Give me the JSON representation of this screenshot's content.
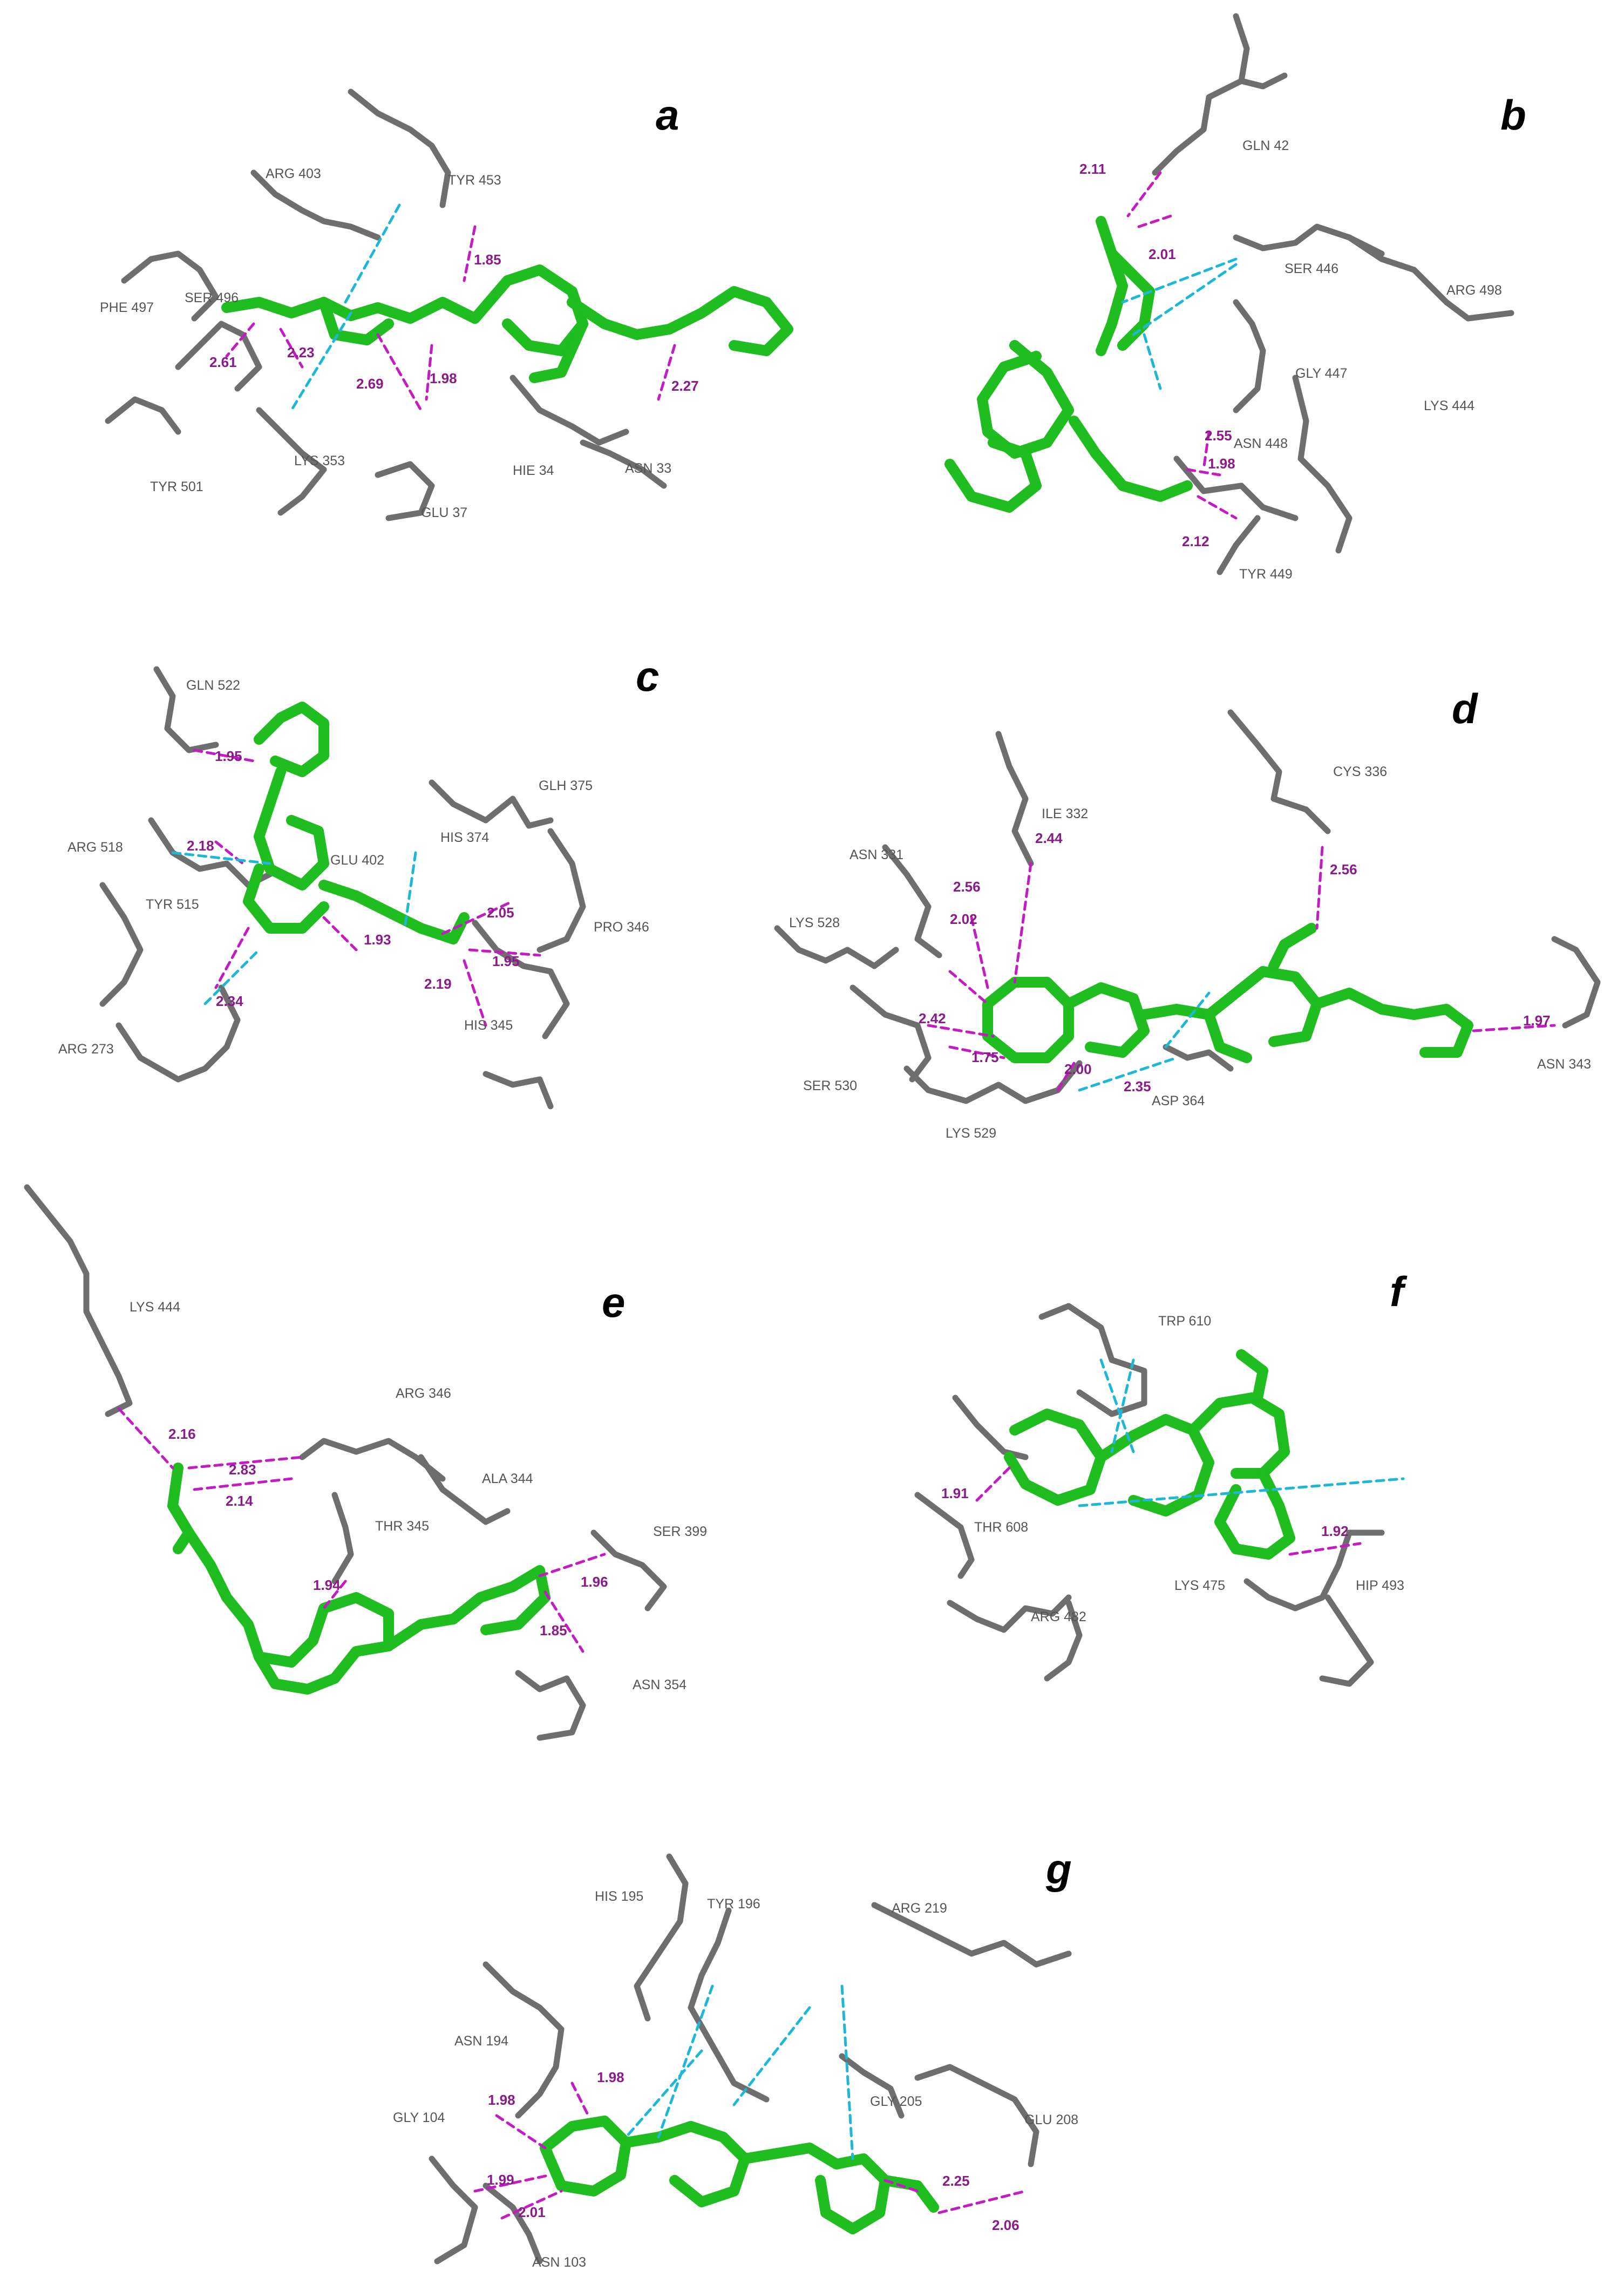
{
  "colors": {
    "ligand": "#1fbd1f",
    "ligand_dark": "#0f8a0f",
    "residue": "#6e6e6e",
    "hbond": "#c21cc2",
    "pi": "#1fb7d6",
    "distance_text": "#8b1a8b",
    "label_text": "#555555",
    "oxygen": "#d41414",
    "nitrogen": "#2a2ad6",
    "hydrogen": "#d9d9d9",
    "sulfur": "#d4c214"
  },
  "panels": [
    {
      "letter": "a",
      "residues": [
        "TYR 453",
        "ARG 403",
        "PHE 497",
        "SER 496",
        "LYS 353",
        "TYR 501",
        "HIE 34",
        "ASN 33",
        "GLU 37"
      ],
      "distances": [
        "1.85",
        "2.61",
        "2.23",
        "2.69",
        "1.98",
        "2.27"
      ]
    },
    {
      "letter": "b",
      "residues": [
        "GLN 42",
        "SER 446",
        "ARG 498",
        "GLY 447",
        "LYS 444",
        "ASN 448",
        "TYR 449"
      ],
      "distances": [
        "2.11",
        "2.01",
        "2.55",
        "1.98",
        "2.12"
      ]
    },
    {
      "letter": "c",
      "residues": [
        "GLN 522",
        "GLH 375",
        "HIS 374",
        "ARG 518",
        "GLU 402",
        "TYR 515",
        "PRO 346",
        "HIS 345",
        "ARG 273"
      ],
      "distances": [
        "1.95",
        "2.18",
        "2.05",
        "1.93",
        "1.95",
        "2.34",
        "2.19"
      ]
    },
    {
      "letter": "d",
      "residues": [
        "CYS 336",
        "ILE 332",
        "ASN 331",
        "LYS 528",
        "ASN 343",
        "SER 530",
        "ASP 364",
        "LYS 529"
      ],
      "distances": [
        "2.44",
        "2.56",
        "2.02",
        "2.56",
        "1.97",
        "2.42",
        "1.75",
        "2.00",
        "2.35"
      ]
    },
    {
      "letter": "e",
      "residues": [
        "LYS 444",
        "ARG 346",
        "ALA 344",
        "THR 345",
        "SER 399",
        "ASN 354"
      ],
      "distances": [
        "2.16",
        "2.83",
        "2.14",
        "1.94",
        "1.96",
        "1.85"
      ]
    },
    {
      "letter": "f",
      "residues": [
        "TRP 610",
        "THR 608",
        "LYS 475",
        "HIP 493",
        "ARG 482"
      ],
      "distances": [
        "1.91",
        "1.92"
      ]
    },
    {
      "letter": "g",
      "residues": [
        "HIS 195",
        "TYR 196",
        "ARG 219",
        "ASN 194",
        "GLY 205",
        "GLU 208",
        "GLY 104",
        "ASN 103"
      ],
      "distances": [
        "1.98",
        "1.98",
        "1.99",
        "2.01",
        "2.25",
        "2.06"
      ]
    }
  ]
}
